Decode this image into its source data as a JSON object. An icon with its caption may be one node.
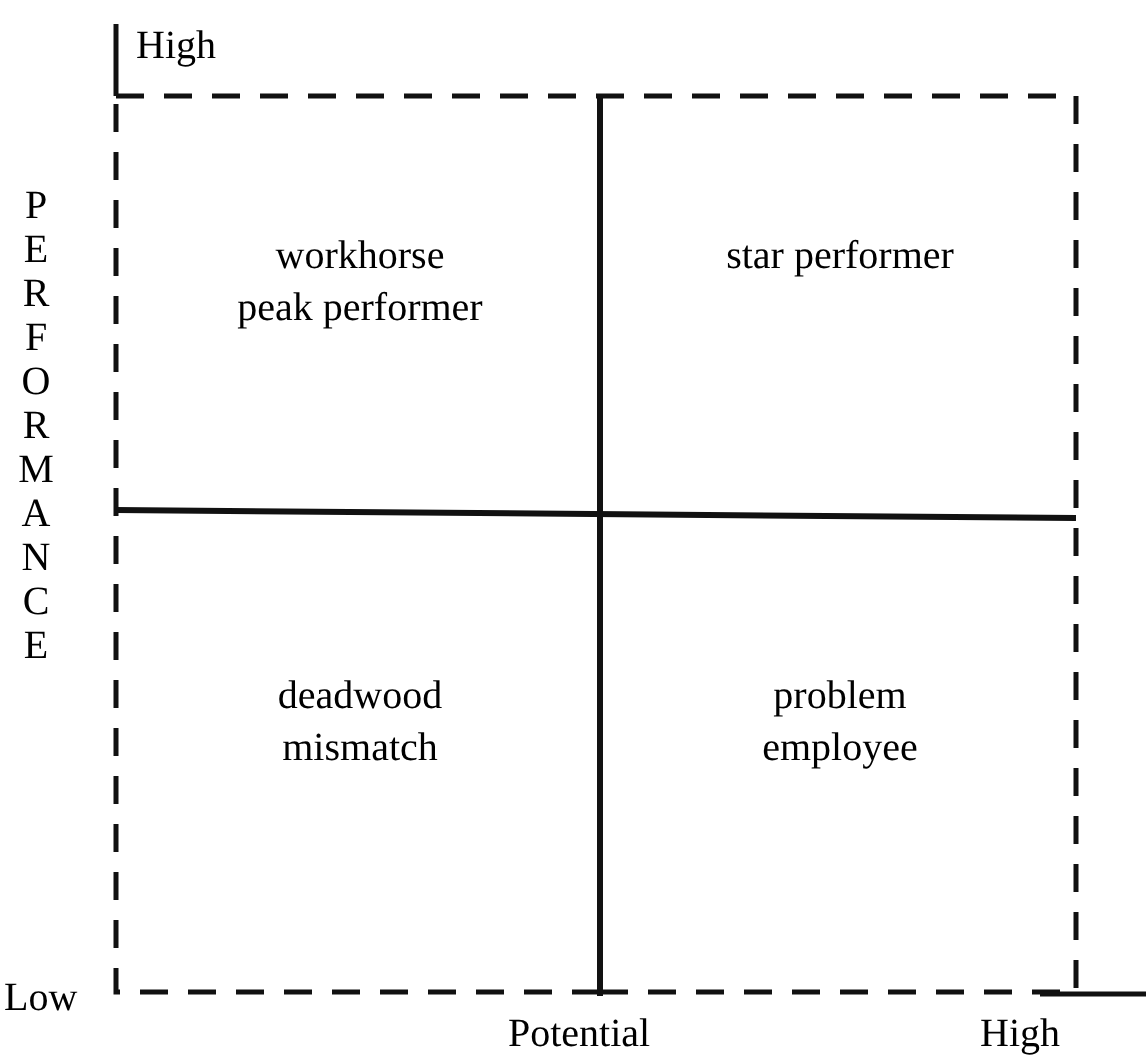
{
  "diagram": {
    "nodes": [
      {
        "text": [
          "workhorse peak performer"
        ]
      },
      {
        "text": [
          "star performer"
        ]
      },
      {
        "text": [
          "deadwood mismatch"
        ]
      },
      {
        "text": [
          "problem employee"
        ]
      }
    ],
    "labels": [
      "High",
      "PERFORMANCE",
      "Low",
      "Potential",
      "High"
    ]
  }
}
